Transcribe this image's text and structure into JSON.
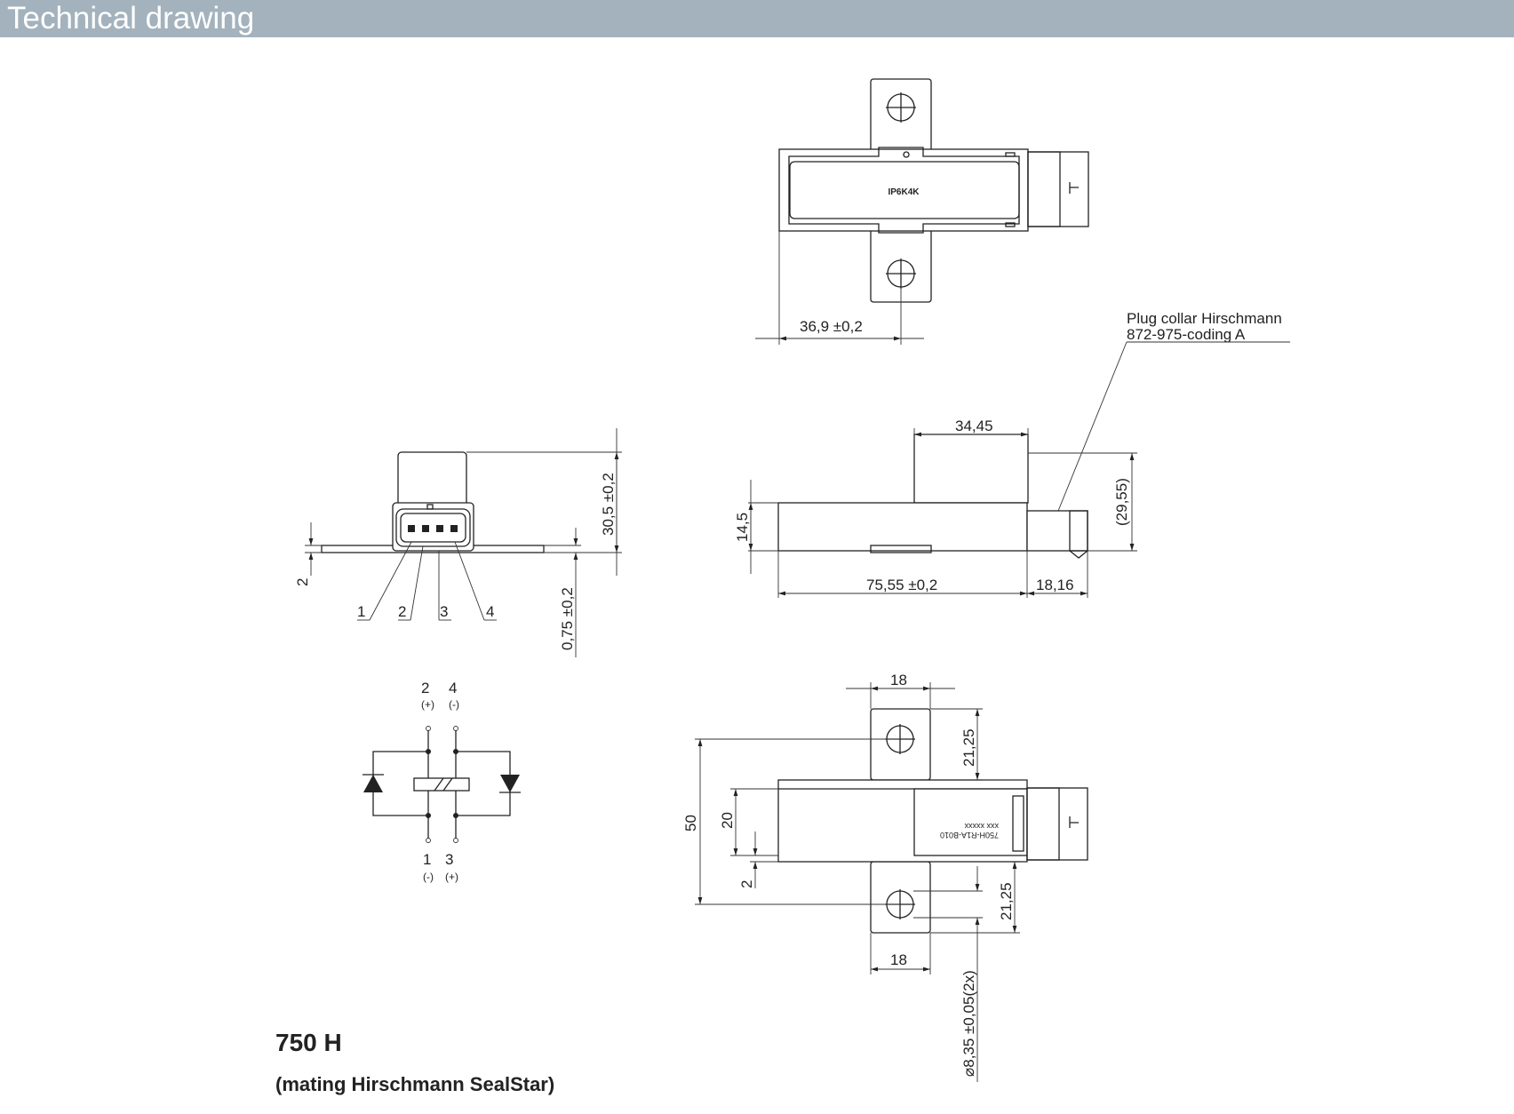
{
  "header": {
    "title": "Technical drawing"
  },
  "product": {
    "model": "750 H",
    "mating": "(mating Hirschmann SealStar)"
  },
  "top_view": {
    "housing_marking": "IP6K4K",
    "dim_width": "36,9 ±0,2"
  },
  "callout": {
    "line1": "Plug collar Hirschmann",
    "line2": "872-975-coding A"
  },
  "side_view": {
    "dim_top": "34,45",
    "dim_left": "14,5",
    "dim_right": "(29,55)",
    "dim_bottom_main": "75,55 ±0,2",
    "dim_bottom_plug": "18,16"
  },
  "front_view": {
    "dim_height": "30,5 ±0,2",
    "dim_flange": "2",
    "dim_offset": "0,75 ±0,2",
    "pins": [
      "1",
      "2",
      "3",
      "4"
    ]
  },
  "schematic": {
    "top_pins": [
      {
        "num": "2",
        "pol": "(+)"
      },
      {
        "num": "4",
        "pol": "(-)"
      }
    ],
    "bottom_pins": [
      {
        "num": "1",
        "pol": "(-)"
      },
      {
        "num": "3",
        "pol": "(+)"
      }
    ]
  },
  "bottom_view": {
    "dim_tab_top": "18",
    "dim_tab_bottom": "18",
    "dim_upper_tab": "21,25",
    "dim_lower_tab": "21,25",
    "dim_total": "50",
    "dim_mid": "20",
    "dim_gap": "2",
    "dim_hole": "⌀8,35 ±0,05(2x)",
    "label_line1": "xxx      xxxxx",
    "label_line2": "750H-R1A-B010"
  }
}
